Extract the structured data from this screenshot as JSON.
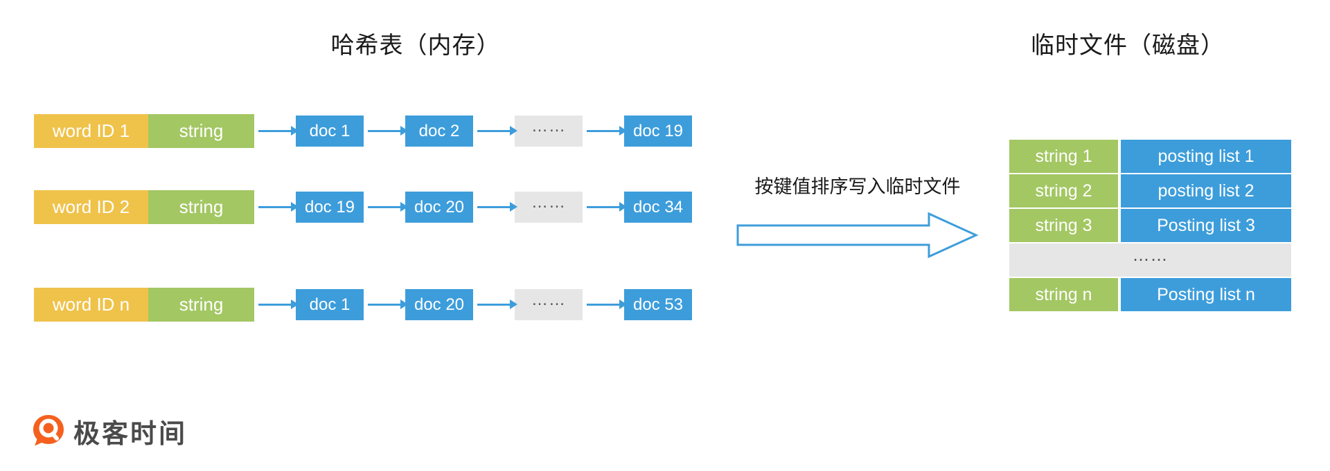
{
  "titles": {
    "left": "哈希表（内存）",
    "right": "临时文件（磁盘）"
  },
  "hash_table": {
    "rows": [
      {
        "word_id": "word ID 1",
        "string": "string",
        "docs": [
          "doc 1",
          "doc 2",
          "……",
          "doc 19"
        ]
      },
      {
        "word_id": "word ID 2",
        "string": "string",
        "docs": [
          "doc 19",
          "doc 20",
          "……",
          "doc 34"
        ]
      },
      {
        "word_id": "word ID n",
        "string": "string",
        "docs": [
          "doc 1",
          "doc 20",
          "……",
          "doc 53"
        ]
      }
    ]
  },
  "transfer": {
    "label": "按键值排序写入临时文件"
  },
  "temp_file": {
    "rows": [
      {
        "string": "string 1",
        "posting": "posting list 1"
      },
      {
        "string": "string 2",
        "posting": "posting list 2"
      },
      {
        "string": "string 3",
        "posting": "Posting list 3"
      },
      {
        "ellipsis": "……"
      },
      {
        "string": "string n",
        "posting": "Posting list n"
      }
    ]
  },
  "logo": {
    "text": "极客时间"
  },
  "colors": {
    "yellow": "#EFC24A",
    "green": "#A3C763",
    "blue": "#3D9DDB",
    "gray": "#E6E6E6",
    "logo_orange": "#F4611E"
  }
}
